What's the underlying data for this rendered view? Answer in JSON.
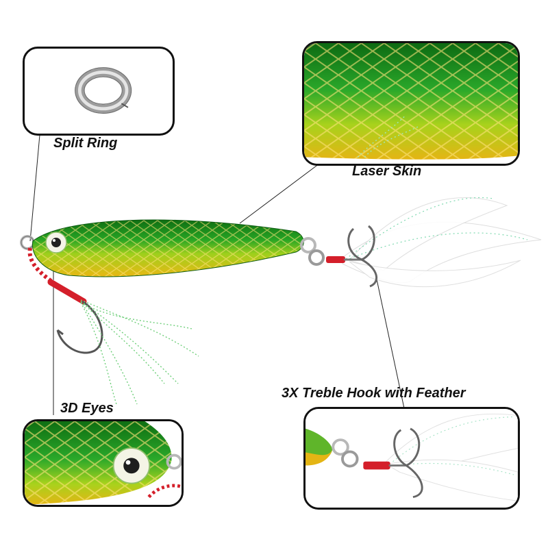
{
  "product": {
    "colors": {
      "body_green": "#1f9a1f",
      "body_yellow": "#e8c21a",
      "hook_thread": "#d41f2a",
      "feather": "#f2f2f2",
      "border": "#111111"
    }
  },
  "callouts": {
    "split_ring": {
      "label": "Split Ring"
    },
    "laser_skin": {
      "label": "Laser Skin"
    },
    "eyes_3d": {
      "label": "3D Eyes"
    },
    "treble_hook": {
      "label": "3X Treble Hook with Feather"
    }
  }
}
